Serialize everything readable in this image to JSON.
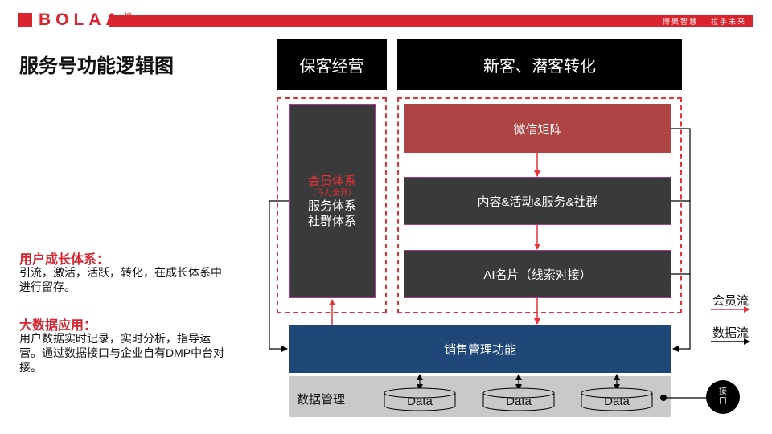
{
  "header": {
    "brand": "BOLAA",
    "brand_sub": "博拉",
    "slogan_left": "博聚智慧",
    "slogan_right": "拉手未来"
  },
  "title": "服务号功能逻辑图",
  "left_sections": [
    {
      "heading": "用户成长体系：",
      "body": "引流，激活，活跃，转化，在成长体系中进行留存。"
    },
    {
      "heading": "大数据应用：",
      "body": "用户数据实时记录，实时分析，指导运营。通过数据接口与企业自有DMP中台对接。"
    }
  ],
  "diagram": {
    "col_left_header": "保客经营",
    "col_right_header": "新客、潜客转化",
    "member_box": {
      "line1": "会员体系",
      "line1_note": "（马力全开）",
      "line2": "服务体系",
      "line3": "社群体系"
    },
    "wechat_matrix": "微信矩阵",
    "content_box": "内容&活动&服务&社群",
    "ai_card": "AI名片（线索对接）",
    "sales_function": "销售管理功能",
    "data_management": "数据管理",
    "data_label": "Data",
    "port_label_1": "接",
    "port_label_2": "口"
  },
  "legend": {
    "member_flow": "会员流",
    "data_flow": "数据流",
    "member_flow_color": "#e8303a",
    "data_flow_color": "#000000"
  }
}
